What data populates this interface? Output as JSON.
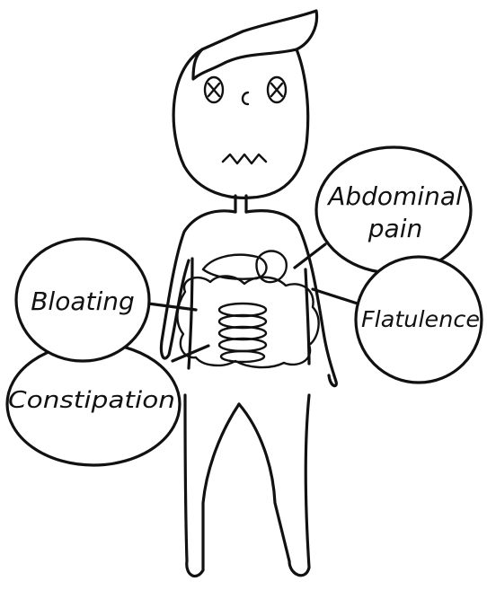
{
  "diagram": {
    "nodes": [
      {
        "id": "abdominal-pain",
        "lines": [
          "Abdominal",
          "pain"
        ]
      },
      {
        "id": "bloating",
        "lines": [
          "Bloating"
        ]
      },
      {
        "id": "flatulence",
        "lines": [
          "Flatulence"
        ]
      },
      {
        "id": "constipation",
        "lines": [
          "Constipation"
        ]
      }
    ],
    "edges": [
      {
        "from": "abdominal-pain",
        "to": "stomach"
      },
      {
        "from": "flatulence",
        "to": "intestines"
      },
      {
        "from": "bloating",
        "to": "intestines"
      },
      {
        "from": "constipation",
        "to": "intestines"
      }
    ]
  },
  "colors": {
    "ink": "#111111",
    "background": "#ffffff"
  }
}
